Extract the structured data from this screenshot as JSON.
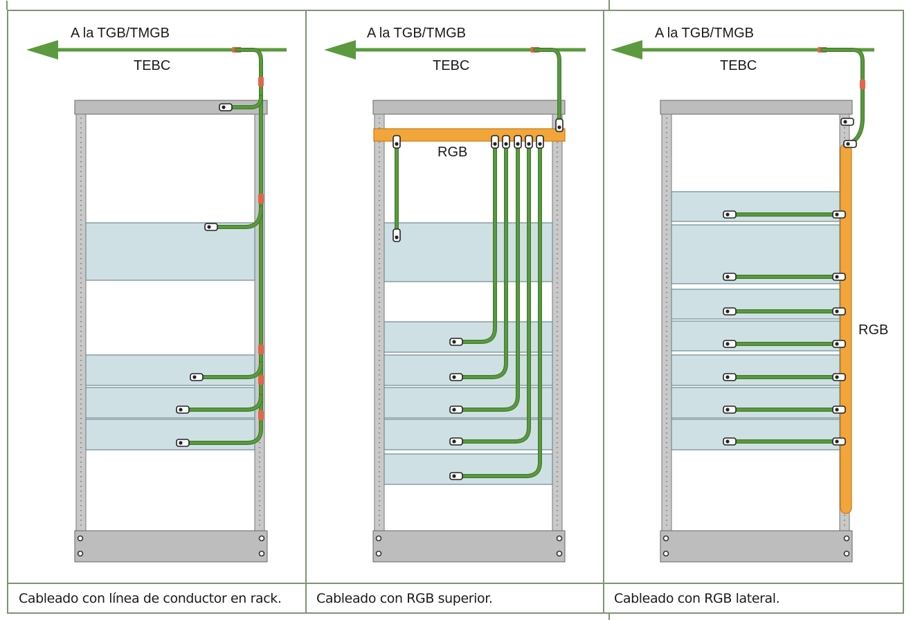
{
  "colors": {
    "panel_border": "#7d9473",
    "cable_green": "#5b9a3e",
    "cable_dark": "#3f7a2a",
    "splice_red": "#e0674a",
    "busbar_orange": "#f2a53a",
    "equipment_fill": "#cfe0e4",
    "rail_gray": "#c9c9c9",
    "top_bar_gray": "#bdbdbd"
  },
  "panels": [
    {
      "id": "conductor-en-rack",
      "label_dest": "A la TGB/TMGB",
      "label_tebc": "TEBC",
      "label_rgb": "",
      "caption": "Cableado con línea de conductor en rack."
    },
    {
      "id": "rgb-superior",
      "label_dest": "A la TGB/TMGB",
      "label_tebc": "TEBC",
      "label_rgb": "RGB",
      "caption": "Cableado con RGB superior."
    },
    {
      "id": "rgb-lateral",
      "label_dest": "A la TGB/TMGB",
      "label_tebc": "TEBC",
      "label_rgb": "RGB",
      "caption": "Cableado con RGB lateral."
    }
  ]
}
